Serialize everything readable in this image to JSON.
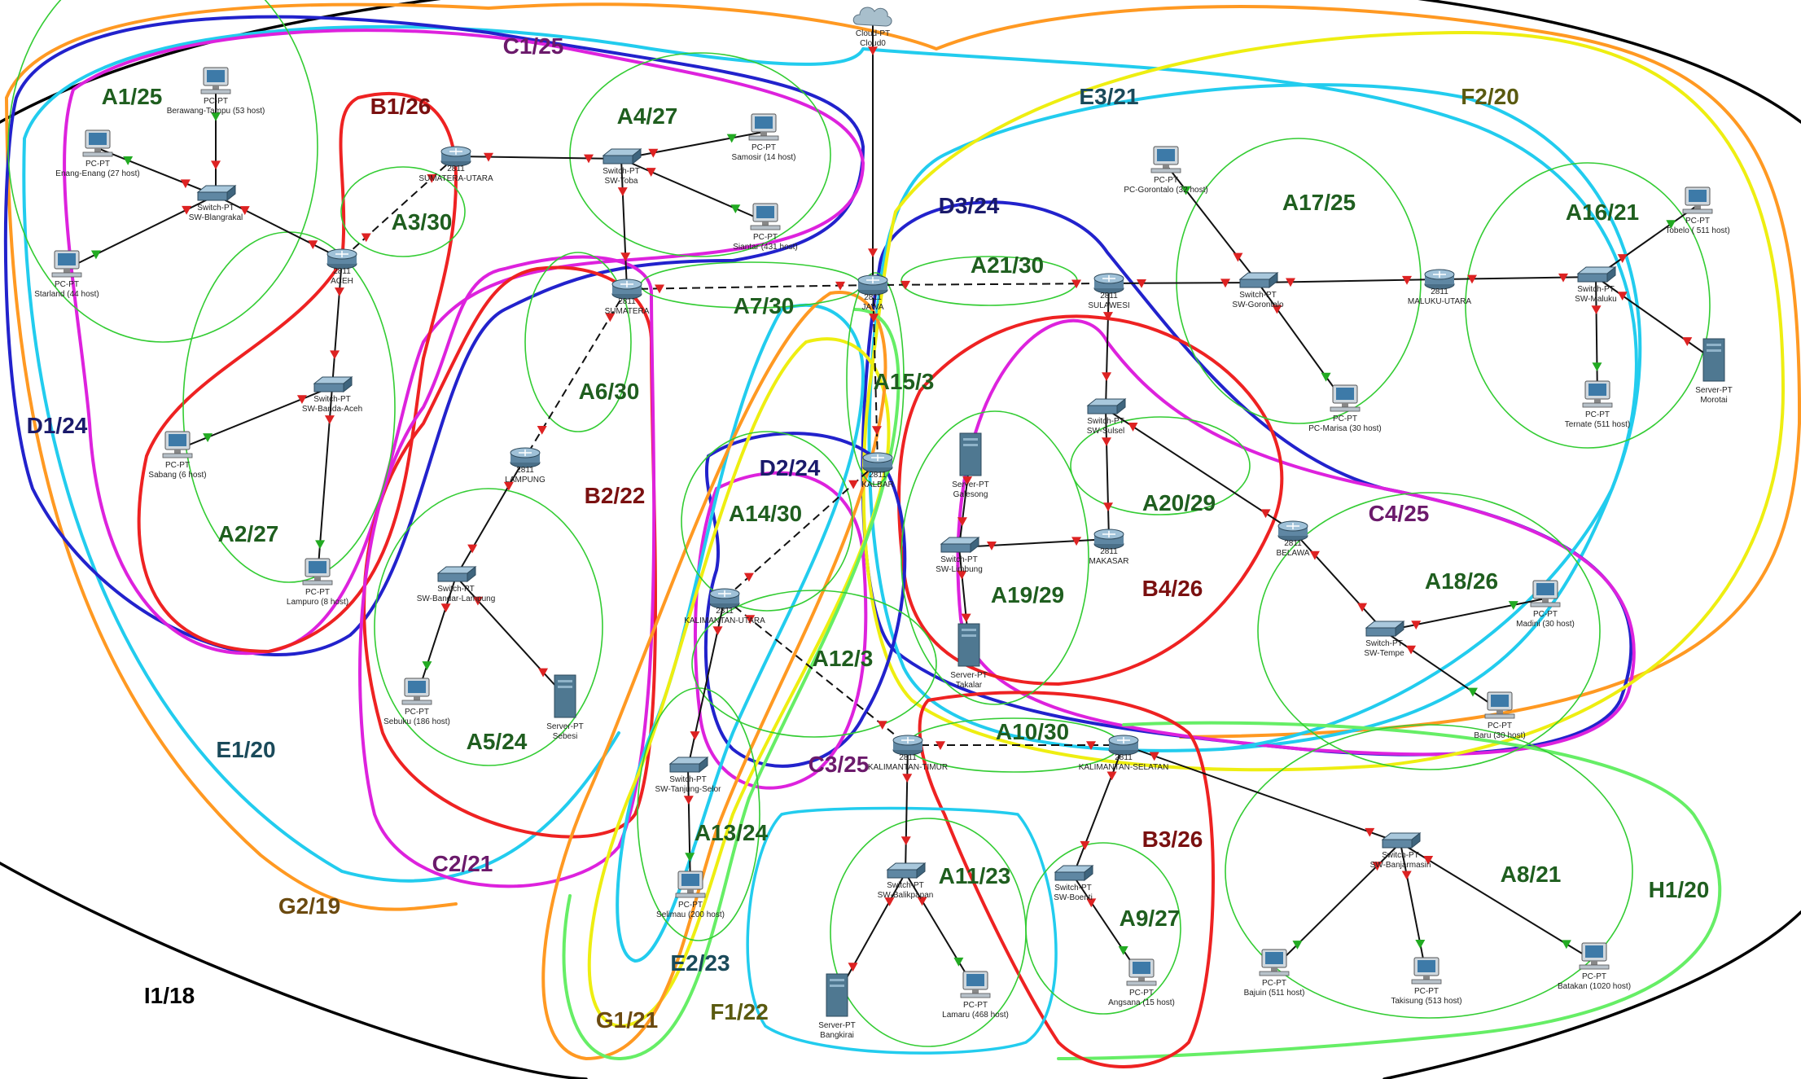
{
  "colors": {
    "A": "#1f5e1f",
    "B": "#7a1010",
    "C": "#6b1a6b",
    "D": "#1a1a6b",
    "E": "#1a4a5a",
    "F": "#5a5a10",
    "G": "#6b4a10",
    "H": "#1f5e1f",
    "I": "#000000",
    "area": "#33cc33",
    "red": "#ee2222",
    "magenta": "#dd22dd",
    "blue": "#2222cc",
    "cyan": "#22ccee",
    "orange": "#ff9922",
    "yellow": "#eeee11",
    "lime": "#66ee66",
    "link": "#111111"
  },
  "labels": [
    {
      "id": "A1",
      "text": "A1/25",
      "c": "A"
    },
    {
      "id": "A2",
      "text": "A2/27",
      "c": "A"
    },
    {
      "id": "A3",
      "text": "A3/30",
      "c": "A"
    },
    {
      "id": "A4",
      "text": "A4/27",
      "c": "A"
    },
    {
      "id": "A5",
      "text": "A5/24",
      "c": "A"
    },
    {
      "id": "A6",
      "text": "A6/30",
      "c": "A"
    },
    {
      "id": "A7",
      "text": "A7/30",
      "c": "A"
    },
    {
      "id": "A8",
      "text": "A8/21",
      "c": "A"
    },
    {
      "id": "A9",
      "text": "A9/27",
      "c": "A"
    },
    {
      "id": "A10",
      "text": "A10/30",
      "c": "A"
    },
    {
      "id": "A11",
      "text": "A11/23",
      "c": "A"
    },
    {
      "id": "A12",
      "text": "A12/3",
      "c": "A"
    },
    {
      "id": "A13",
      "text": "A13/24",
      "c": "A"
    },
    {
      "id": "A14",
      "text": "A14/30",
      "c": "A"
    },
    {
      "id": "A15",
      "text": "A15/3",
      "c": "A"
    },
    {
      "id": "A16",
      "text": "A16/21",
      "c": "A"
    },
    {
      "id": "A17",
      "text": "A17/25",
      "c": "A"
    },
    {
      "id": "A18",
      "text": "A18/26",
      "c": "A"
    },
    {
      "id": "A19",
      "text": "A19/29",
      "c": "A"
    },
    {
      "id": "A20",
      "text": "A20/29",
      "c": "A"
    },
    {
      "id": "A21",
      "text": "A21/30",
      "c": "A"
    },
    {
      "id": "B1",
      "text": "B1/26",
      "c": "B"
    },
    {
      "id": "B2",
      "text": "B2/22",
      "c": "B"
    },
    {
      "id": "B3",
      "text": "B3/26",
      "c": "B"
    },
    {
      "id": "B4",
      "text": "B4/26",
      "c": "B"
    },
    {
      "id": "C1",
      "text": "C1/25",
      "c": "C"
    },
    {
      "id": "C2",
      "text": "C2/21",
      "c": "C"
    },
    {
      "id": "C3",
      "text": "C3/25",
      "c": "C"
    },
    {
      "id": "C4",
      "text": "C4/25",
      "c": "C"
    },
    {
      "id": "D1",
      "text": "D1/24",
      "c": "D"
    },
    {
      "id": "D2",
      "text": "D2/24",
      "c": "D"
    },
    {
      "id": "D3",
      "text": "D3/24",
      "c": "D"
    },
    {
      "id": "E1",
      "text": "E1/20",
      "c": "E"
    },
    {
      "id": "E2",
      "text": "E2/23",
      "c": "E"
    },
    {
      "id": "E3",
      "text": "E3/21",
      "c": "E"
    },
    {
      "id": "F1",
      "text": "F1/22",
      "c": "F"
    },
    {
      "id": "F2",
      "text": "F2/20",
      "c": "F"
    },
    {
      "id": "G1",
      "text": "G1/21",
      "c": "G"
    },
    {
      "id": "G2",
      "text": "G2/19",
      "c": "G"
    },
    {
      "id": "H1",
      "text": "H1/20",
      "c": "H"
    },
    {
      "id": "I1",
      "text": "I1/18",
      "c": "I"
    }
  ],
  "devices": [
    {
      "id": "cloud0",
      "type": "cloud",
      "l1": "Cloud-PT",
      "l2": "Cloud0"
    },
    {
      "id": "r-sumut",
      "type": "router",
      "l1": "2811",
      "l2": "SUMATERA-UTARA"
    },
    {
      "id": "r-aceh",
      "type": "router",
      "l1": "2811",
      "l2": "ACEH"
    },
    {
      "id": "r-sumatera",
      "type": "router",
      "l1": "2811",
      "l2": "SUMATERA"
    },
    {
      "id": "r-lampung",
      "type": "router",
      "l1": "2811",
      "l2": "LAMPUNG"
    },
    {
      "id": "r-jawa",
      "type": "router",
      "l1": "2811",
      "l2": "JAWA"
    },
    {
      "id": "r-kalbar",
      "type": "router",
      "l1": "2811",
      "l2": "KALBAR"
    },
    {
      "id": "r-kalut",
      "type": "router",
      "l1": "2811",
      "l2": "KALIMANTAN-UTARA"
    },
    {
      "id": "r-kaltim",
      "type": "router",
      "l1": "2811",
      "l2": "KALIMANTAN-TIMUR"
    },
    {
      "id": "r-kalsel",
      "type": "router",
      "l1": "2811",
      "l2": "KALIMANTAN-SELATAN"
    },
    {
      "id": "r-sulawesi",
      "type": "router",
      "l1": "2811",
      "l2": "SULAWESI"
    },
    {
      "id": "r-malut",
      "type": "router",
      "l1": "2811",
      "l2": "MALUKU-UTARA"
    },
    {
      "id": "r-makasar",
      "type": "router",
      "l1": "2811",
      "l2": "MAKASAR"
    },
    {
      "id": "r-belawa",
      "type": "router",
      "l1": "2811",
      "l2": "BELAWA"
    },
    {
      "id": "s-blangrakal",
      "type": "switch",
      "l1": "Switch-PT",
      "l2": "SW-Blangrakal"
    },
    {
      "id": "s-bandaaceh",
      "type": "switch",
      "l1": "Switch-PT",
      "l2": "SW-Banda-Aceh"
    },
    {
      "id": "s-toba",
      "type": "switch",
      "l1": "Switch-PT",
      "l2": "SW-Toba"
    },
    {
      "id": "s-bandarlampung",
      "type": "switch",
      "l1": "Switch-PT",
      "l2": "SW-Bandar-Lampung"
    },
    {
      "id": "s-tanjungselor",
      "type": "switch",
      "l1": "Switch-PT",
      "l2": "SW-Tanjung-Selor"
    },
    {
      "id": "s-balikpapan",
      "type": "switch",
      "l1": "Switch-PT",
      "l2": "SW-Balikpapan"
    },
    {
      "id": "s-boenti",
      "type": "switch",
      "l1": "Switch-PT",
      "l2": "SW-Boenti"
    },
    {
      "id": "s-banjarmasin",
      "type": "switch",
      "l1": "Switch-PT",
      "l2": "SW-Banjarmasin"
    },
    {
      "id": "s-limbung",
      "type": "switch",
      "l1": "Switch-PT",
      "l2": "SW-Limbung"
    },
    {
      "id": "s-sulsel",
      "type": "switch",
      "l1": "Switch-PT",
      "l2": "SW-Sulsel"
    },
    {
      "id": "s-gorontalo",
      "type": "switch",
      "l1": "Switch-PT",
      "l2": "SW-Gorontalo"
    },
    {
      "id": "s-maluku",
      "type": "switch",
      "l1": "Switch-PT",
      "l2": "SW-Maluku"
    },
    {
      "id": "s-tempe",
      "type": "switch",
      "l1": "Switch-PT",
      "l2": "SW-Tempe"
    },
    {
      "id": "pc-berawang",
      "type": "pc",
      "l1": "PC-PT",
      "l2": "Berawang-Tampu (53 host)"
    },
    {
      "id": "pc-enang",
      "type": "pc",
      "l1": "PC-PT",
      "l2": "Enang-Enang (27 host)"
    },
    {
      "id": "pc-starland",
      "type": "pc",
      "l1": "PC-PT",
      "l2": "Starland (44 host)"
    },
    {
      "id": "pc-sabang",
      "type": "pc",
      "l1": "PC-PT",
      "l2": "Sabang (6 host)"
    },
    {
      "id": "pc-lamnyo",
      "type": "pc",
      "l1": "PC-PT",
      "l2": "Lampuro (8 host)"
    },
    {
      "id": "pc-samosir",
      "type": "pc",
      "l1": "PC-PT",
      "l2": "Samosir (14 host)"
    },
    {
      "id": "pc-pematang",
      "type": "pc",
      "l1": "PC-PT",
      "l2": "Siantar (431 host)"
    },
    {
      "id": "pc-sebuku",
      "type": "pc",
      "l1": "PC-PT",
      "l2": "Sebuku (186 host)"
    },
    {
      "id": "sv-sebesi",
      "type": "server",
      "l1": "Server-PT",
      "l2": "Sebesi"
    },
    {
      "id": "pc-selimau",
      "type": "pc",
      "l1": "PC-PT",
      "l2": "Selimau (200 host)"
    },
    {
      "id": "sv-bangkirai",
      "type": "server",
      "l1": "Server-PT",
      "l2": "Bangkirai"
    },
    {
      "id": "pc-lamaru",
      "type": "pc",
      "l1": "PC-PT",
      "l2": "Lamaru (468 host)"
    },
    {
      "id": "pc-angsana",
      "type": "pc",
      "l1": "PC-PT",
      "l2": "Angsana (15 host)"
    },
    {
      "id": "pc-bajuin",
      "type": "pc",
      "l1": "PC-PT",
      "l2": "Bajuin (511 host)"
    },
    {
      "id": "pc-takisung",
      "type": "pc",
      "l1": "PC-PT",
      "l2": "Takisung (513 host)"
    },
    {
      "id": "pc-batakan",
      "type": "pc",
      "l1": "PC-PT",
      "l2": "Batakan (1020 host)"
    },
    {
      "id": "sv-galesong",
      "type": "server",
      "l1": "Server-PT",
      "l2": "Galesong"
    },
    {
      "id": "sv-limbung2",
      "type": "server",
      "l1": "Server-PT",
      "l2": "Takalar"
    },
    {
      "id": "pc-gorontalo",
      "type": "pc",
      "l1": "PC-PT",
      "l2": "PC-Gorontalo (32 host)"
    },
    {
      "id": "pc-marisa",
      "type": "pc",
      "l1": "PC-PT",
      "l2": "PC-Marisa (30 host)"
    },
    {
      "id": "pc-tobelo",
      "type": "pc",
      "l1": "PC-PT",
      "l2": "Tobelo ( 511 host)"
    },
    {
      "id": "pc-ternate",
      "type": "pc",
      "l1": "PC-PT",
      "l2": "Ternate (511 host)"
    },
    {
      "id": "sv-morotai",
      "type": "server",
      "l1": "Server-PT",
      "l2": "Morotai"
    },
    {
      "id": "pc-madini",
      "type": "pc",
      "l1": "PC-PT",
      "l2": "Madini (30 host)"
    },
    {
      "id": "pc-baru",
      "type": "pc",
      "l1": "PC-PT",
      "l2": "Baru (30 host)"
    }
  ],
  "links": [
    [
      "cloud0",
      "r-jawa",
      0
    ],
    [
      "r-sumut",
      "s-toba",
      0
    ],
    [
      "s-toba",
      "pc-samosir",
      0
    ],
    [
      "s-toba",
      "pc-pematang",
      0
    ],
    [
      "s-toba",
      "r-sumatera",
      0
    ],
    [
      "r-sumut",
      "r-aceh",
      1
    ],
    [
      "r-aceh",
      "s-blangrakal",
      0
    ],
    [
      "s-blangrakal",
      "pc-berawang",
      0
    ],
    [
      "s-blangrakal",
      "pc-enang",
      0
    ],
    [
      "s-blangrakal",
      "pc-starland",
      0
    ],
    [
      "r-aceh",
      "s-bandaaceh",
      0
    ],
    [
      "s-bandaaceh",
      "pc-sabang",
      0
    ],
    [
      "s-bandaaceh",
      "pc-lamnyo",
      0
    ],
    [
      "r-sumatera",
      "r-jawa",
      1
    ],
    [
      "r-sumatera",
      "r-lampung",
      1
    ],
    [
      "r-lampung",
      "s-bandarlampung",
      0
    ],
    [
      "s-bandarlampung",
      "pc-sebuku",
      0
    ],
    [
      "s-bandarlampung",
      "sv-sebesi",
      0
    ],
    [
      "r-jawa",
      "r-kalbar",
      1
    ],
    [
      "r-jawa",
      "r-sulawesi",
      1
    ],
    [
      "r-kalbar",
      "r-kalut",
      1
    ],
    [
      "r-kalut",
      "r-kaltim",
      1
    ],
    [
      "r-kalut",
      "s-tanjungselor",
      0
    ],
    [
      "s-tanjungselor",
      "pc-selimau",
      0
    ],
    [
      "r-kaltim",
      "r-kalsel",
      1
    ],
    [
      "r-kaltim",
      "s-balikpapan",
      0
    ],
    [
      "s-balikpapan",
      "sv-bangkirai",
      0
    ],
    [
      "s-balikpapan",
      "pc-lamaru",
      0
    ],
    [
      "r-kalsel",
      "s-boenti",
      0
    ],
    [
      "s-boenti",
      "pc-angsana",
      0
    ],
    [
      "r-kalsel",
      "s-banjarmasin",
      0
    ],
    [
      "s-banjarmasin",
      "pc-bajuin",
      0
    ],
    [
      "s-banjarmasin",
      "pc-takisung",
      0
    ],
    [
      "s-banjarmasin",
      "pc-batakan",
      0
    ],
    [
      "r-sulawesi",
      "s-gorontalo",
      0
    ],
    [
      "s-gorontalo",
      "pc-gorontalo",
      0
    ],
    [
      "s-gorontalo",
      "pc-marisa",
      0
    ],
    [
      "s-gorontalo",
      "r-malut",
      0
    ],
    [
      "r-malut",
      "s-maluku",
      0
    ],
    [
      "s-maluku",
      "pc-tobelo",
      0
    ],
    [
      "s-maluku",
      "pc-ternate",
      0
    ],
    [
      "s-maluku",
      "sv-morotai",
      0
    ],
    [
      "r-sulawesi",
      "s-sulsel",
      0
    ],
    [
      "s-sulsel",
      "r-makasar",
      0
    ],
    [
      "s-sulsel",
      "r-belawa",
      0
    ],
    [
      "r-makasar",
      "s-limbung",
      0
    ],
    [
      "s-limbung",
      "sv-galesong",
      0
    ],
    [
      "s-limbung",
      "sv-limbung2",
      0
    ],
    [
      "r-belawa",
      "s-tempe",
      0
    ],
    [
      "s-tempe",
      "pc-madini",
      0
    ],
    [
      "s-tempe",
      "pc-baru",
      0
    ]
  ]
}
